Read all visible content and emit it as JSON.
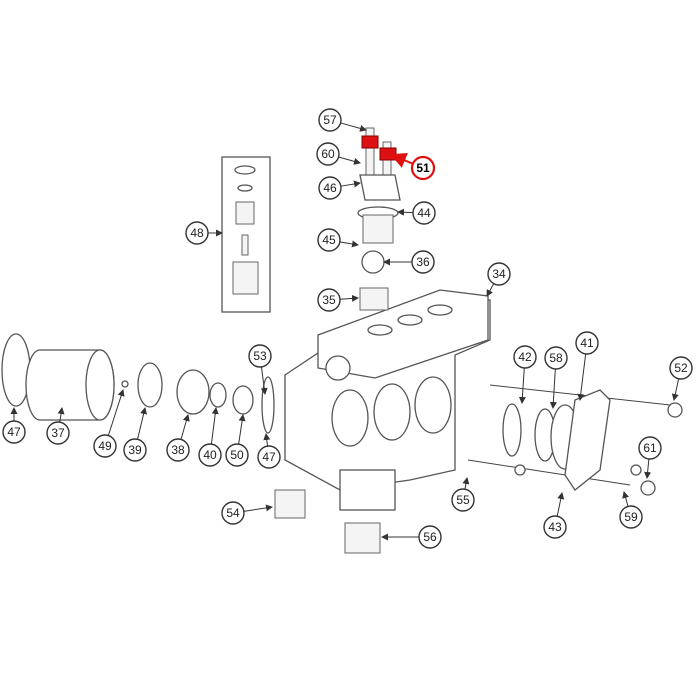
{
  "diagram": {
    "highlight_color": "#e01010",
    "highlighted_part": "51",
    "callouts": [
      "57",
      "60",
      "51",
      "46",
      "44",
      "45",
      "36",
      "48",
      "34",
      "35",
      "53",
      "42",
      "58",
      "41",
      "52",
      "47",
      "37",
      "49",
      "39",
      "38",
      "40",
      "50",
      "47",
      "61",
      "55",
      "54",
      "43",
      "59",
      "56"
    ]
  }
}
